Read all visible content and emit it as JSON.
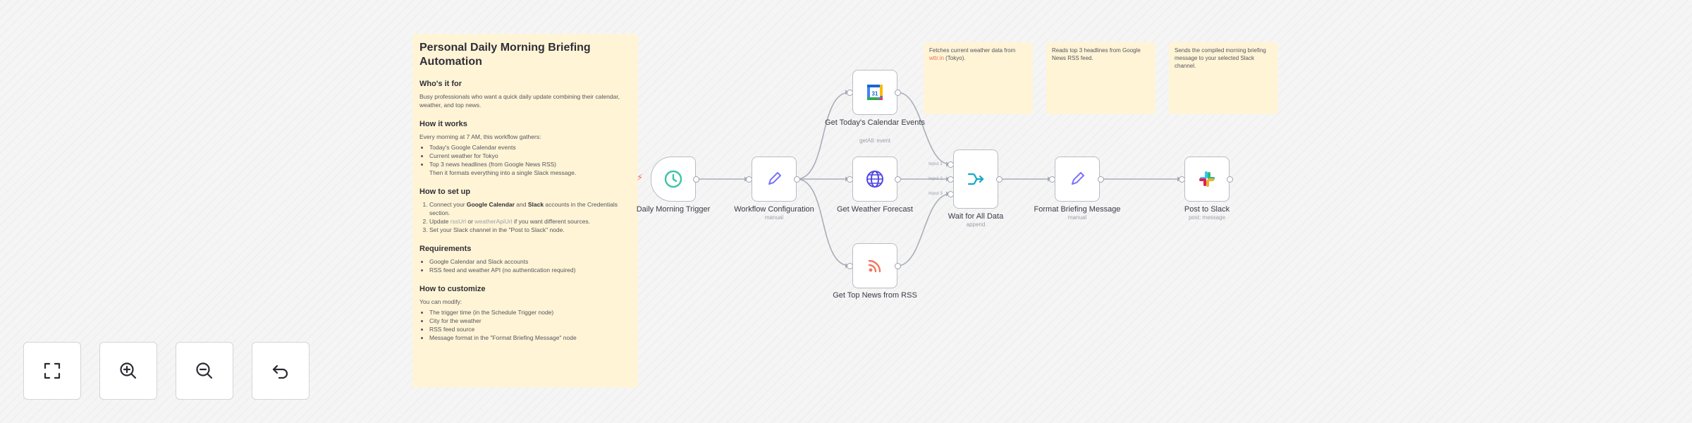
{
  "sticky_main": {
    "title": "Personal Daily Morning Briefing Automation",
    "sections": [
      {
        "heading": "Who's it for",
        "text": "Busy professionals who want a quick daily update combining their calendar, weather, and top news."
      },
      {
        "heading": "How it works",
        "text": "Every morning at 7 AM, this workflow gathers:",
        "bullets": [
          "Today's Google Calendar events",
          "Current weather for Tokyo",
          "Top 3 news headlines (from Google News RSS)"
        ],
        "after": "Then it formats everything into a single Slack message."
      },
      {
        "heading": "How to set up",
        "steps": [
          {
            "pre": "Connect your ",
            "b1": "Google Calendar",
            "mid": " and ",
            "b2": "Slack",
            "post": " accounts in the Credentials section."
          },
          {
            "pre": "Update ",
            "c1": "rssUrl",
            "mid": " or ",
            "c2": "weatherApiUrl",
            "post": " if you want different sources."
          },
          {
            "text": "Set your Slack channel in the \"Post to Slack\" node."
          }
        ]
      },
      {
        "heading": "Requirements",
        "bullets": [
          "Google Calendar and Slack accounts",
          "RSS feed and weather API (no authentication required)"
        ]
      },
      {
        "heading": "How to customize",
        "text": "You can modify:",
        "bullets": [
          "The trigger time (in the Schedule Trigger node)",
          "City for the weather",
          "RSS feed source",
          "Message format in the \"Format Briefing Message\" node"
        ]
      }
    ]
  },
  "sticky_weather": {
    "pre": "Fetches current weather data from ",
    "accent": "wttr.in",
    "post": " (Tokyo)."
  },
  "sticky_news": {
    "text": "Reads top 3 headlines from Google News RSS feed."
  },
  "sticky_slack": {
    "text": "Sends the compiled morning briefing message to your selected Slack channel."
  },
  "nodes": {
    "trigger": {
      "label": "Daily Morning Trigger",
      "icon": "clock-icon"
    },
    "config": {
      "label": "Workflow Configuration",
      "sub": "manual",
      "icon": "pencil-icon"
    },
    "calendar": {
      "label": "Get Today's Calendar Events",
      "sub": "getAll: event",
      "icon": "google-calendar-icon"
    },
    "weather": {
      "label": "Get Weather Forecast",
      "icon": "globe-icon"
    },
    "news": {
      "label": "Get Top News from RSS",
      "icon": "rss-icon"
    },
    "merge": {
      "label": "Wait for All Data",
      "sub": "append",
      "inputs": [
        "Input 1",
        "Input 2",
        "Input 3"
      ],
      "icon": "merge-icon"
    },
    "format": {
      "label": "Format Briefing Message",
      "sub": "manual",
      "icon": "pencil-icon"
    },
    "slack": {
      "label": "Post to Slack",
      "sub": "post: message",
      "icon": "slack-icon"
    }
  },
  "controls": [
    {
      "name": "fit-view-button",
      "icon": "fullscreen-icon"
    },
    {
      "name": "zoom-in-button",
      "icon": "zoom-in-icon"
    },
    {
      "name": "zoom-out-button",
      "icon": "zoom-out-icon"
    },
    {
      "name": "reset-zoom-button",
      "icon": "undo-icon"
    }
  ],
  "colors": {
    "accent": "#ff6d5a",
    "sticky": "#fff4d6",
    "wire": "#a9adb6",
    "pencil": "#7a73ff",
    "rss": "#f07760",
    "clock": "#3fc3a9"
  }
}
